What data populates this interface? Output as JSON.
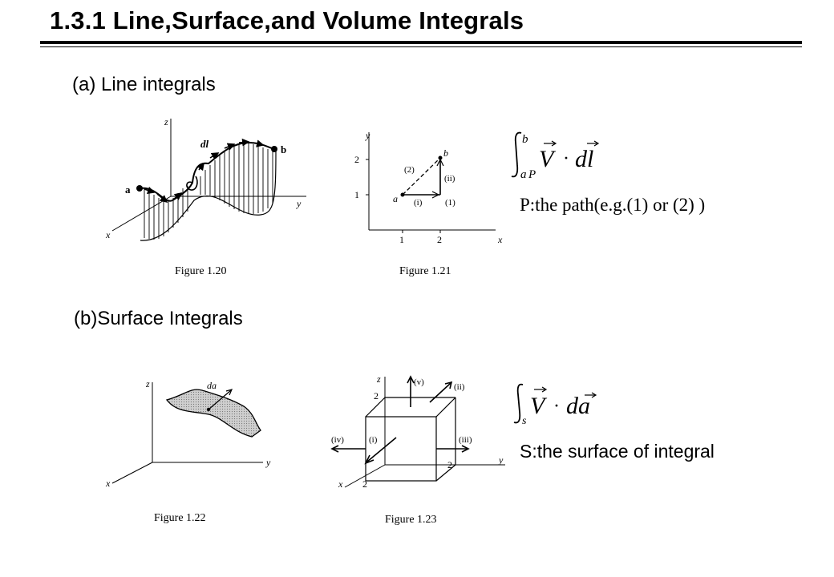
{
  "title": "1.3.1 Line,Surface,and Volume Integrals",
  "section_a": {
    "heading": "(a) Line integrals",
    "fig_120": {
      "caption": "Figure 1.20",
      "axis_z": "z",
      "axis_y": "y",
      "axis_x": "x",
      "label_a": "a",
      "label_b": "b",
      "label_dl": "dl"
    },
    "fig_121": {
      "caption": "Figure 1.21",
      "axis_y": "y",
      "axis_x": "x",
      "tick_y2": "2",
      "tick_y1": "1",
      "tick_x1": "1",
      "tick_x2": "2",
      "point_a": "a",
      "point_b": "b",
      "path2": "(2)",
      "seg_ii": "(ii)",
      "seg_i": "(i)",
      "path1": "(1)"
    },
    "formula": {
      "upper": "b",
      "lower_a": "a",
      "lower_p": "P",
      "vector_v": "V",
      "dot": "·",
      "dl": "dl"
    },
    "note": "P:the path(e.g.(1) or (2) )"
  },
  "section_b": {
    "heading": "(b)Surface Integrals",
    "fig_122": {
      "caption": "Figure 1.22",
      "axis_z": "z",
      "axis_y": "y",
      "axis_x": "x",
      "label_da": "da"
    },
    "fig_123": {
      "caption": "Figure 1.23",
      "axis_z": "z",
      "axis_y": "y",
      "axis_x": "x",
      "tick_z2": "2",
      "tick_y2": "2",
      "tick_x2": "2",
      "face_v": "(v)",
      "face_ii": "(ii)",
      "face_iv": "(iv)",
      "face_i": "(i)",
      "face_iii": "(iii)"
    },
    "formula": {
      "lower_s": "s",
      "vector_v": "V",
      "dot": "·",
      "da": "da"
    },
    "note": "S:the surface of integral"
  }
}
